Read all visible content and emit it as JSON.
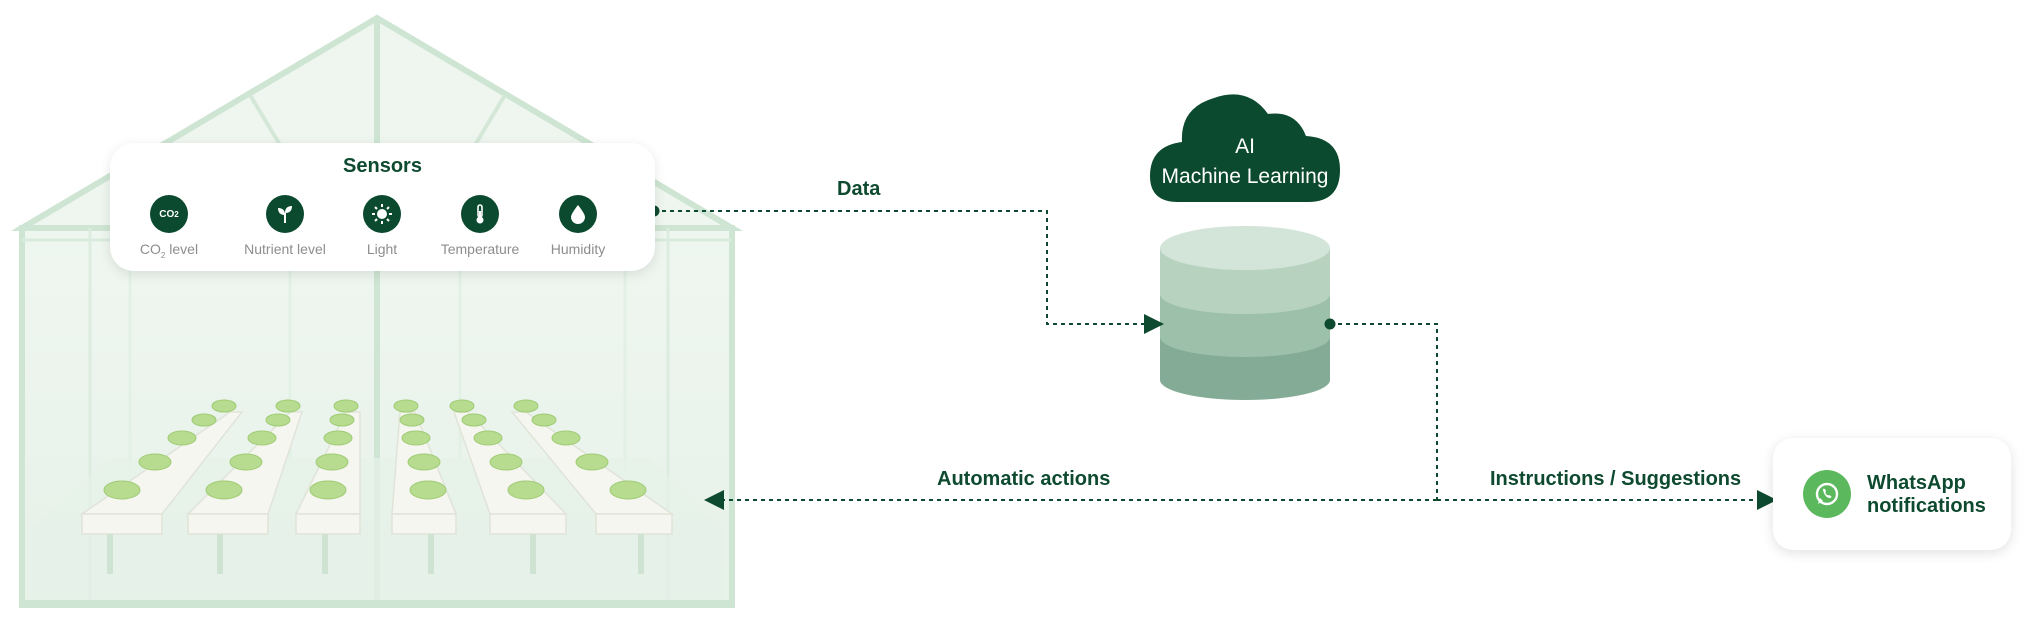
{
  "sensors": {
    "title": "Sensors",
    "items": [
      {
        "label": "CO",
        "sub": "2",
        "label_suffix": " level",
        "icon": "co2-icon",
        "icon_text": "CO",
        "icon_sub": "2"
      },
      {
        "label": "Nutrient level",
        "icon": "sprout-icon"
      },
      {
        "label": "Light",
        "icon": "sun-icon"
      },
      {
        "label": "Temperature",
        "icon": "thermometer-icon"
      },
      {
        "label": "Humidity",
        "icon": "droplet-icon"
      }
    ]
  },
  "cloud": {
    "line1": "AI",
    "line2": "Machine Learning"
  },
  "edges": {
    "data": "Data",
    "automatic": "Automatic actions",
    "instructions": "Instructions / Suggestions"
  },
  "whatsapp": {
    "line1": "WhatsApp",
    "line2": "notifications",
    "icon": "whatsapp-icon"
  },
  "colors": {
    "dark_green": "#0b4a2e",
    "light_green": "#5cb85c",
    "label_gray": "#8d8d8d"
  }
}
